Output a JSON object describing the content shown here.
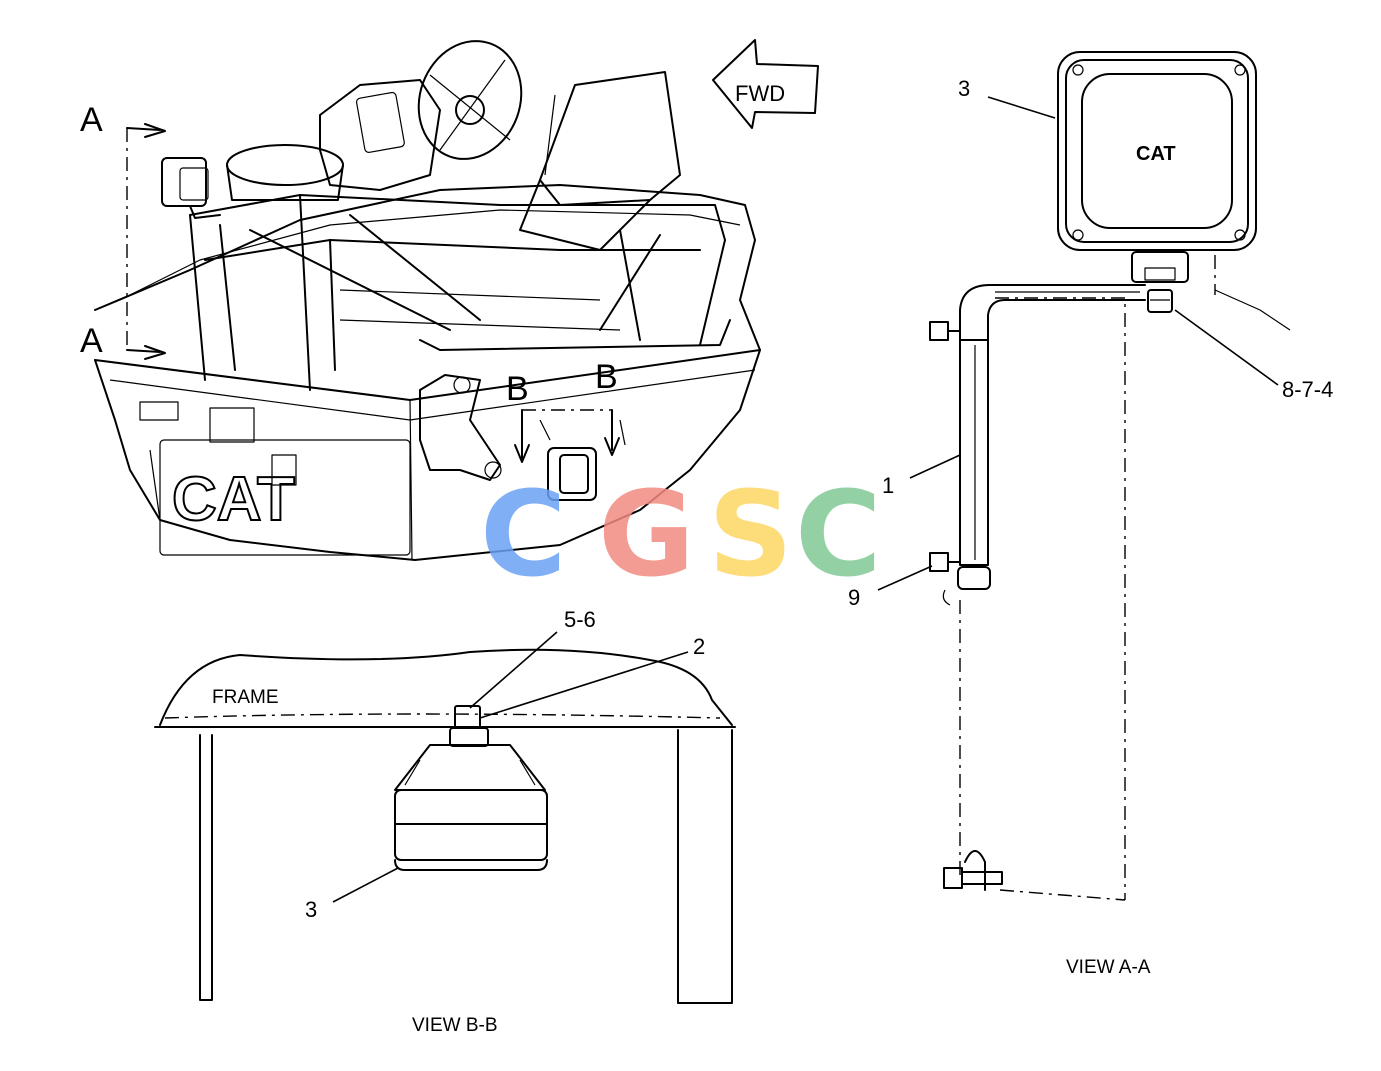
{
  "labels": {
    "fwd": "FWD",
    "section_a_top": "A",
    "section_a_bottom": "A",
    "section_b_left": "B",
    "section_b_right": "B",
    "frame": "FRAME",
    "view_bb": "VIEW B-B",
    "view_aa": "VIEW A-A",
    "cat_lamp": "CAT",
    "cat_machine": "CAT"
  },
  "callouts": {
    "lamp_top": "3",
    "bolt_group": "8-7-4",
    "bracket": "1",
    "clip": "9",
    "nut_washer": "5-6",
    "mount_bolt": "2",
    "lamp_bottom": "3"
  },
  "watermark": {
    "letters": [
      "C",
      "G",
      "S",
      "C"
    ],
    "colors": [
      "#6aa2f5",
      "#f28b82",
      "#fdd663",
      "#81c995"
    ]
  }
}
